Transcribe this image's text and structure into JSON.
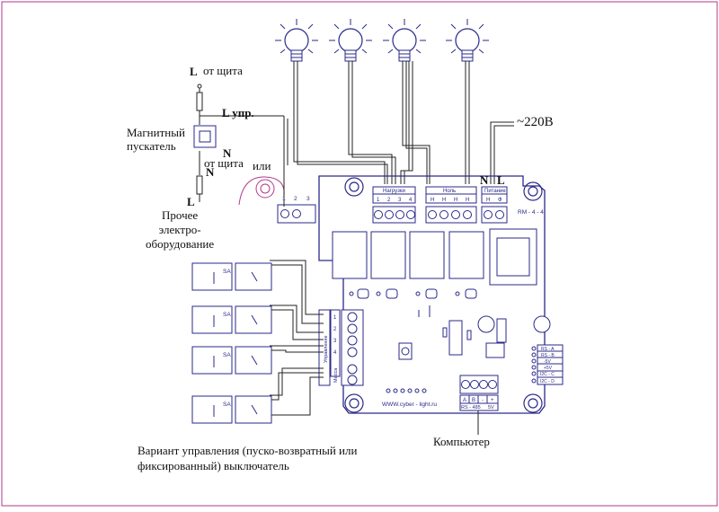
{
  "power": {
    "l_from_panel": "L",
    "from_panel": "от щита",
    "l_control": "L упр.",
    "n_from_panel": "N",
    "from_panel_2": "от щита",
    "n_label": "N",
    "l_label": "L",
    "mains": "~220В"
  },
  "labels": {
    "contactor": "Магнитный\nпускатель",
    "or": "или",
    "other_equipment": "Прочее\nэлектро-\nоборудование",
    "switch_variant": "Вариант управления (пуско-возвратный или\nфиксированный) выключатель",
    "computer": "Компьютер"
  },
  "board": {
    "loads_header": "Нагрузки",
    "zero_header": "Ноль",
    "power_header": "Питание",
    "model": "RM - 4 - 4",
    "website": "WWW.cyber - light.ru",
    "control_label": "Управление",
    "ground_label": "Масса",
    "loads_pins": [
      "1",
      "2",
      "3",
      "4"
    ],
    "zero_pins": [
      "Н",
      "Н",
      "Н",
      "Н"
    ],
    "power_pins": [
      "Н",
      "Ф"
    ],
    "control_pins": [
      "1",
      "2",
      "3",
      "4"
    ],
    "bus_pins": [
      "A",
      "B",
      "-",
      "+"
    ],
    "bus_label_rs": "RS - 485",
    "bus_label_5v": "5V",
    "side_labels": [
      "RS - A",
      "RS - B",
      "-5V",
      "+5V",
      "I2C - C",
      "I2C - D"
    ],
    "switch_label": "SA"
  },
  "extra_terminal_pins": [
    "1",
    "2",
    "3"
  ],
  "colors": {
    "line": "#2a2a8a",
    "accent": "#b03a8a",
    "wire": "#222222"
  }
}
